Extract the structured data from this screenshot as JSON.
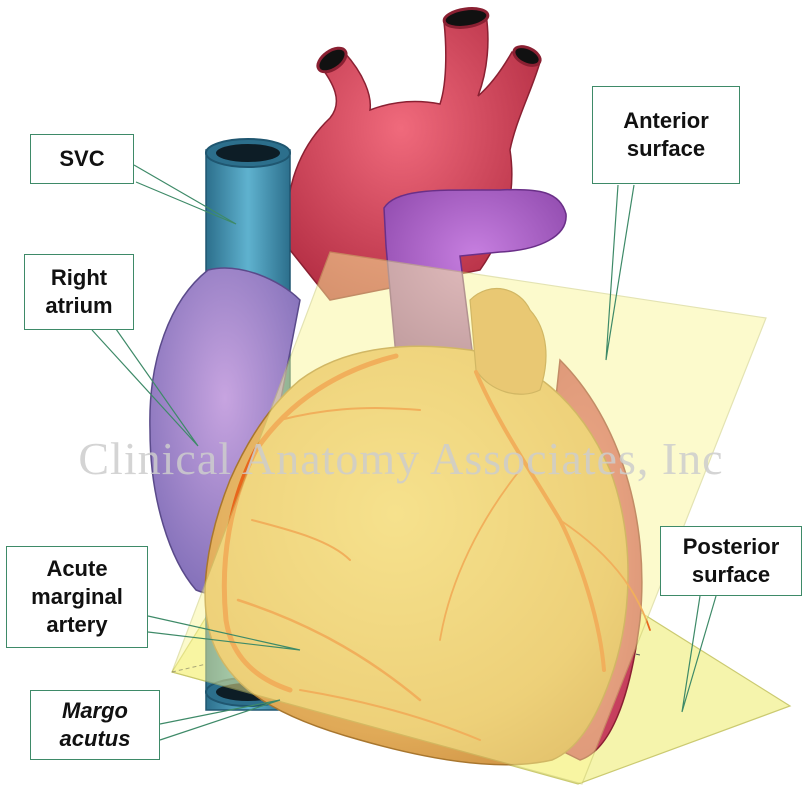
{
  "watermark": "Clinical Anatomy Associates, Inc",
  "labels": {
    "svc": "SVC",
    "right_atrium": [
      "Right",
      "atrium"
    ],
    "anterior_surface": [
      "Anterior",
      "surface"
    ],
    "acute_marginal_artery": [
      "Acute",
      "marginal",
      "artery"
    ],
    "posterior_surface": [
      "Posterior",
      "surface"
    ],
    "margo_acutus": [
      "Margo",
      "acutus"
    ]
  },
  "colors": {
    "label_border": "#3e8a68",
    "aorta": "#d8435a",
    "svc": "#3f8fae",
    "pulmonary_trunk": "#a85fc4",
    "right_atrium": "#9a84c8",
    "ventricle": "#e2b860",
    "coronary_artery": "#e8661c",
    "plane": "#f4f39a"
  }
}
